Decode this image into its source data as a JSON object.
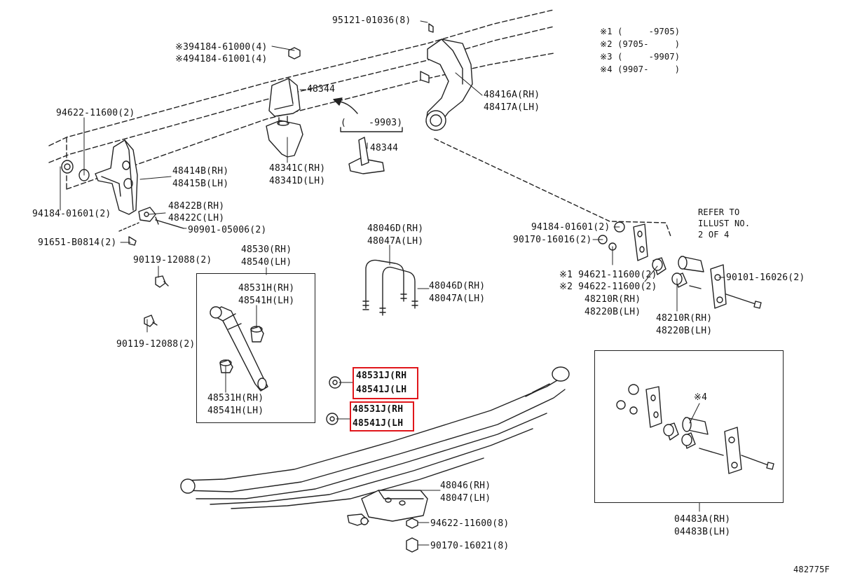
{
  "diagram_id": "482775F",
  "colors": {
    "line": "#222222",
    "highlight": "#e0161b",
    "background": "#ffffff"
  },
  "notes": [
    "※1 (     -9705)",
    "※2 (9705-     )",
    "※3 (     -9907)",
    "※4 (9907-     )"
  ],
  "refer": [
    "REFER TO",
    "ILLUST NO.",
    "2 OF 4"
  ],
  "parts": {
    "p95121": "95121-01036(8)",
    "p94184_3": "※394184-61000(4)",
    "p94184_4": "※494184-61001(4)",
    "p48344_top": "48344",
    "p48416": "48416A(RH)",
    "p48417": "48417A(LH)",
    "p94622_top": "94622-11600(2)",
    "p9903": "(    -9903)",
    "p48344_inset": "48344",
    "p48341c": "48341C(RH)",
    "p48341d": "48341D(LH)",
    "p48414": "48414B(RH)",
    "p48415": "48415B(LH)",
    "p94184_left": "94184-01601(2)",
    "p48422b": "48422B(RH)",
    "p48422c": "48422C(LH)",
    "p90901": "90901-05006(2)",
    "p91651": "91651-B0814(2)",
    "p48530": "48530(RH)",
    "p48540": "48540(LH)",
    "p90119_a": "90119-12088(2)",
    "p90119_b": "90119-12088(2)",
    "p48531h_a": "48531H(RH)",
    "p48541h_a": "48541H(LH)",
    "p48531h_b": "48531H(RH)",
    "p48541h_b": "48541H(LH)",
    "p48046d_a": "48046D(RH)",
    "p48047a_a": "48047A(LH)",
    "p48046d_b": "48046D(RH)",
    "p48047a_b": "48047A(LH)",
    "p94184_right": "94184-01601(2)",
    "p90170_right": "90170-16016(2)",
    "p94621": "※1 94621-11600(2)",
    "p94622_right": "※2 94622-11600(2)",
    "p48210r_a": "48210R(RH)",
    "p48220b_a": "48220B(LH)",
    "p48210r_b": "48210R(RH)",
    "p48220b_b": "48220B(LH)",
    "p90101": "90101-16026(2)",
    "p48531j_a": "48531J(RH",
    "p48541j_a": "48541J(LH",
    "p48531j_b": "48531J(RH",
    "p48541j_b": "48541J(LH",
    "p_x4": "※4",
    "p48046": "48046(RH)",
    "p48047": "48047(LH)",
    "p94622_bot": "94622-11600(8)",
    "p90170_bot": "90170-16021(8)",
    "p04483a": "04483A(RH)",
    "p04483b": "04483B(LH)"
  }
}
